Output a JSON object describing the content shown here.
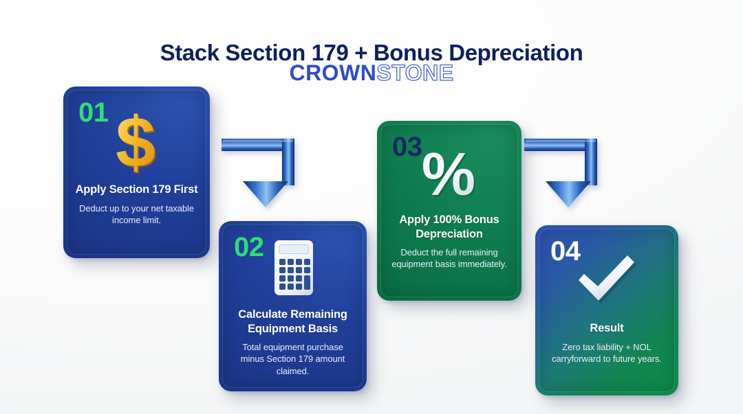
{
  "header": {
    "title": "Stack Section 179 + Bonus Depreciation",
    "logo_primary": "CROWN",
    "logo_secondary": "STONE"
  },
  "colors": {
    "background": "#fbfbfc",
    "title_navy": "#10205c",
    "logo_blue": "#2d4fc4",
    "card_blue": "#21409b",
    "card_green": "#0f7d4f",
    "number_green": "#2fdd74",
    "number_navy": "#122a63",
    "number_white": "#ffffff",
    "dollar_gold": "#f0b52a",
    "arrow_blue": "#2a62c4",
    "text_white": "#ffffff",
    "body_text": "#e8eef8"
  },
  "steps": [
    {
      "number": "01",
      "icon": "dollar-sign-icon",
      "title": "Apply Section 179 First",
      "body": "Deduct up to your net taxable income limit."
    },
    {
      "number": "02",
      "icon": "calculator-icon",
      "title": "Calculate Remaining Equipment Basis",
      "body": "Total equipment purchase minus Section 179 amount claimed."
    },
    {
      "number": "03",
      "icon": "percent-icon",
      "title": "Apply 100% Bonus Depreciation",
      "body": "Deduct the full remaining equipment basis immediately."
    },
    {
      "number": "04",
      "icon": "checkmark-icon",
      "title": "Result",
      "body": "Zero tax liability + NOL carryforward to future years."
    }
  ],
  "connectors": [
    {
      "name": "elbow-arrow-step1-to-step2",
      "direction": "right-then-down"
    },
    {
      "name": "elbow-arrow-step3-to-step4",
      "direction": "right-then-down"
    }
  ]
}
